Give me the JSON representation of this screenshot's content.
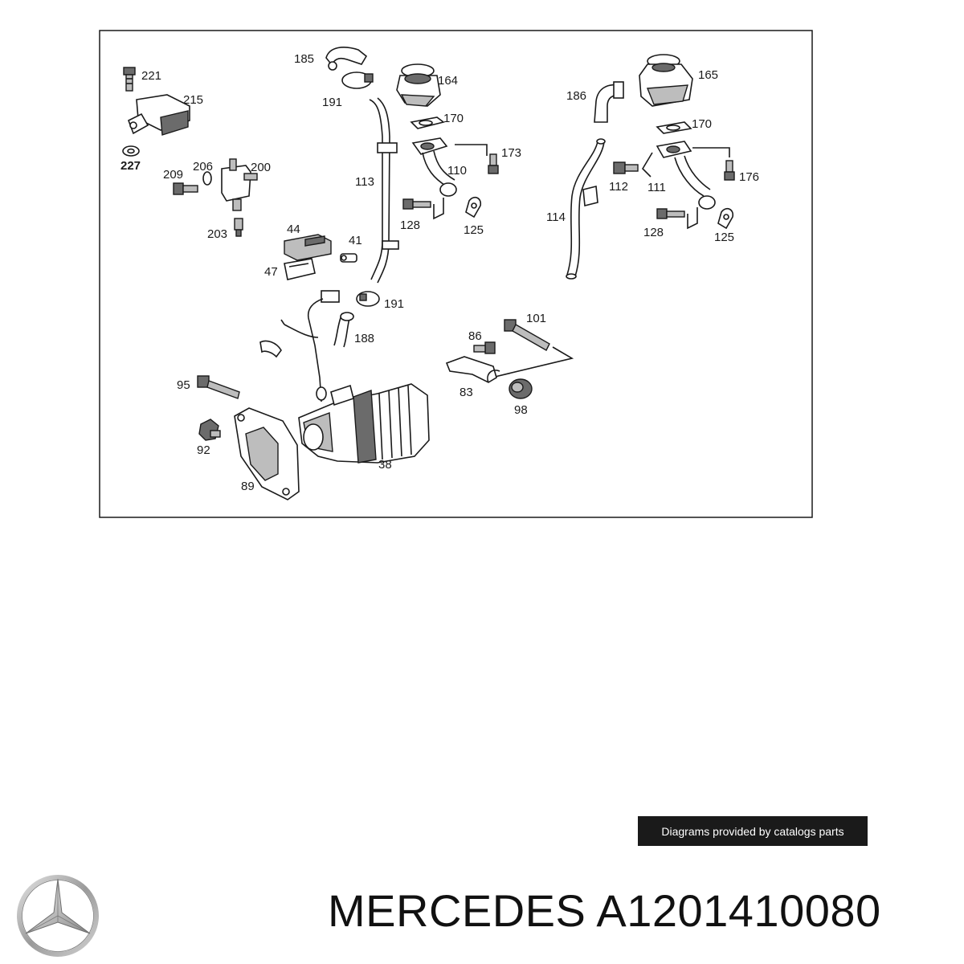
{
  "diagram": {
    "labels": [
      {
        "id": "221",
        "text": "221"
      },
      {
        "id": "215",
        "text": "215"
      },
      {
        "id": "227",
        "text": "227"
      },
      {
        "id": "206",
        "text": "206"
      },
      {
        "id": "200",
        "text": "200"
      },
      {
        "id": "209",
        "text": "209"
      },
      {
        "id": "203",
        "text": "203"
      },
      {
        "id": "185",
        "text": "185"
      },
      {
        "id": "191a",
        "text": "191"
      },
      {
        "id": "164",
        "text": "164"
      },
      {
        "id": "170a",
        "text": "170"
      },
      {
        "id": "173",
        "text": "173"
      },
      {
        "id": "110",
        "text": "110"
      },
      {
        "id": "113",
        "text": "113"
      },
      {
        "id": "128a",
        "text": "128"
      },
      {
        "id": "125a",
        "text": "125"
      },
      {
        "id": "44",
        "text": "44"
      },
      {
        "id": "41",
        "text": "41"
      },
      {
        "id": "47",
        "text": "47"
      },
      {
        "id": "191b",
        "text": "191"
      },
      {
        "id": "188",
        "text": "188"
      },
      {
        "id": "186",
        "text": "186"
      },
      {
        "id": "165",
        "text": "165"
      },
      {
        "id": "170b",
        "text": "170"
      },
      {
        "id": "176",
        "text": "176"
      },
      {
        "id": "112",
        "text": "112"
      },
      {
        "id": "111",
        "text": "111"
      },
      {
        "id": "114",
        "text": "114"
      },
      {
        "id": "128b",
        "text": "128"
      },
      {
        "id": "125b",
        "text": "125"
      },
      {
        "id": "101",
        "text": "101"
      },
      {
        "id": "86",
        "text": "86"
      },
      {
        "id": "83",
        "text": "83"
      },
      {
        "id": "98",
        "text": "98"
      },
      {
        "id": "95",
        "text": "95"
      },
      {
        "id": "92",
        "text": "92"
      },
      {
        "id": "89",
        "text": "89"
      },
      {
        "id": "38",
        "text": "38"
      }
    ]
  },
  "credit": "Diagrams provided by catalogs parts",
  "title": "MERCEDES A1201410080",
  "logo_icon": "mercedes-star-icon"
}
